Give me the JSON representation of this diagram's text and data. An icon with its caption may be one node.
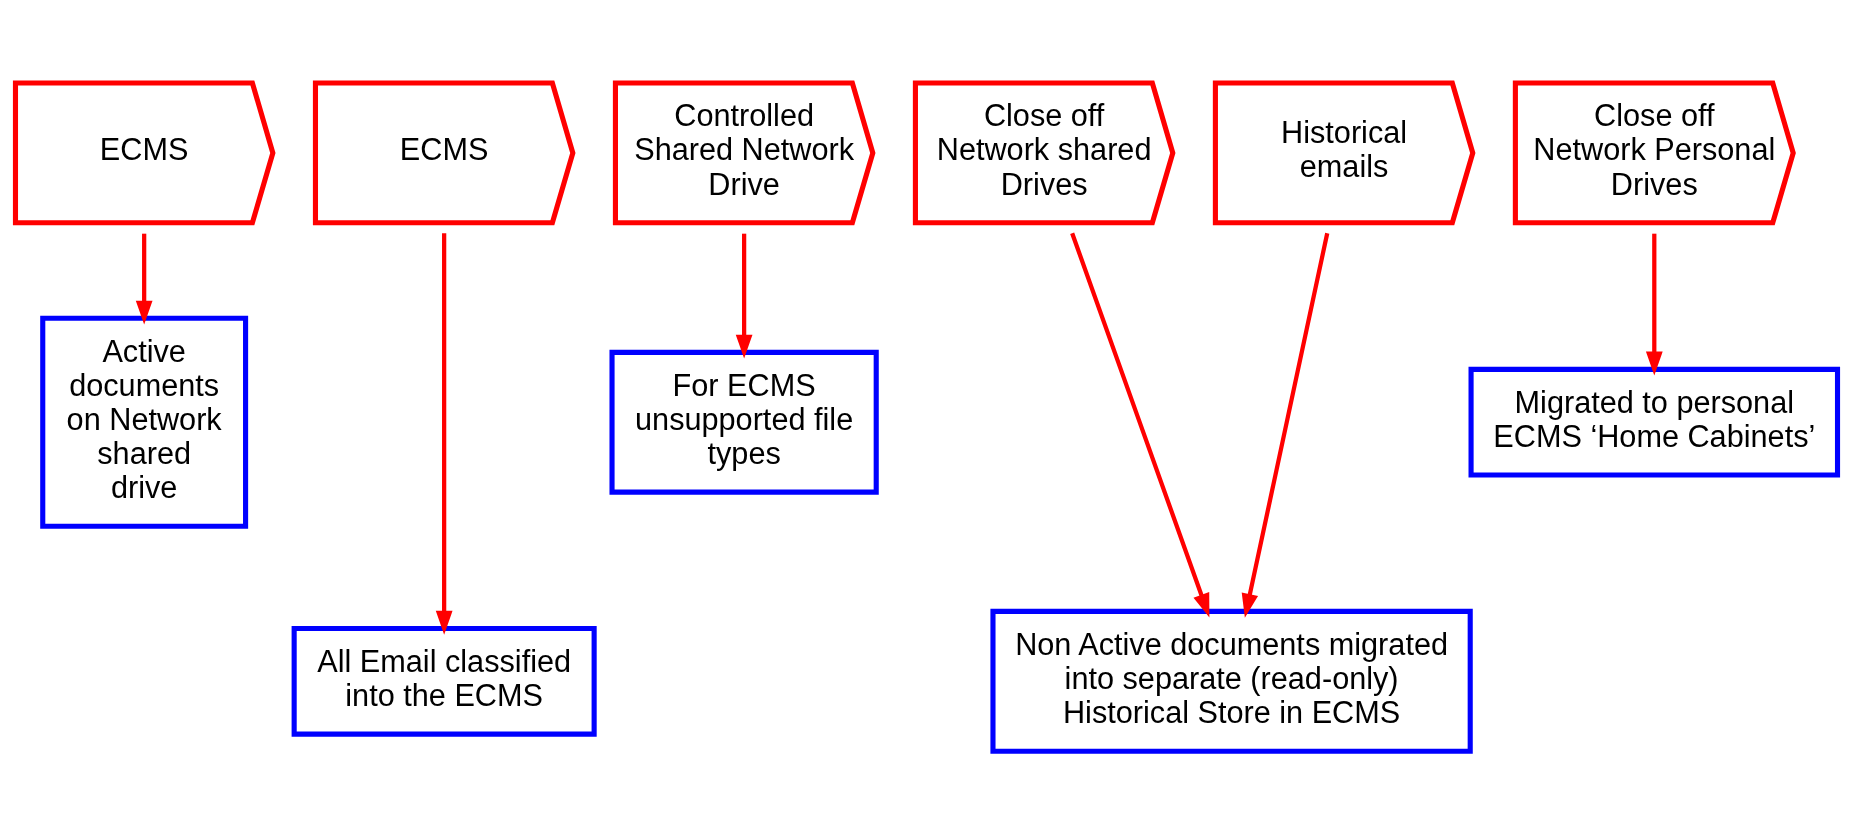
{
  "diagram": {
    "nodes": [
      {
        "text": [
          "ECMS"
        ]
      },
      {
        "text": [
          "ECMS"
        ]
      },
      {
        "text": [
          "Controlled Shared Network Drive"
        ]
      },
      {
        "text": [
          "Close off Network shared Drives"
        ]
      },
      {
        "text": [
          "Historical emails"
        ]
      },
      {
        "text": [
          "Close off Network Personal Drives"
        ]
      },
      {
        "text": [
          "Active documents on Network shared drive"
        ]
      },
      {
        "text": [
          "All Email classified into the ECMS"
        ]
      },
      {
        "text": [
          "For ECMS unsupported file types"
        ]
      },
      {
        "text": [
          "Non Active documents migrated into separate (read-only) Historical Store in ECMS"
        ]
      },
      {
        "text": [
          "Migrated to personal ECMS ‘Home Cabinets’"
        ]
      }
    ],
    "edges": [
      {
        "from": 0,
        "to": 6,
        "arrow": "to"
      },
      {
        "from": 1,
        "to": 7,
        "arrow": "to"
      },
      {
        "from": 2,
        "to": 8,
        "arrow": "to"
      },
      {
        "from": 3,
        "to": 9,
        "arrow": "to"
      },
      {
        "from": 4,
        "to": 9,
        "arrow": "to"
      },
      {
        "from": 5,
        "to": 10,
        "arrow": "to"
      }
    ]
  }
}
